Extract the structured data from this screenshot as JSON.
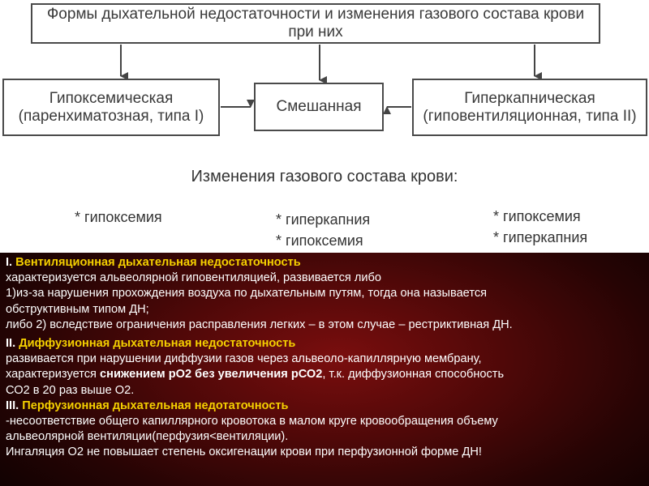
{
  "diagram": {
    "top_box": "Формы дыхательной недостаточности и изменения газового состава крови при них",
    "left_box": [
      "Гипоксемическая",
      "(паренхиматозная, типа I)"
    ],
    "middle_box": "Смешанная",
    "right_box": [
      "Гиперкапническая",
      "(гиповентиляционная, типа II)"
    ],
    "changes_title": "Изменения газового состава крови:",
    "changes": {
      "hypoxemic": [
        "* гипоксемия"
      ],
      "mixed": [
        "* гиперкапния",
        "* гипоксемия"
      ],
      "hypercapnic": [
        "* гипоксемия",
        "* гиперкапния"
      ]
    }
  },
  "sections": {
    "s1": {
      "num": "I.",
      "title": "Вентиляционная дыхательная недостаточность",
      "line1": "характеризуется альвеолярной гиповентиляцией, развивается либо",
      "line2": "1)из-за нарушения прохождения воздуха по дыхательным путям, тогда она называется",
      "line3": "обструктивным типом ДН;",
      "line4": "либо 2) вследствие ограничения расправления легких – в этом случае – рестриктивная ДН."
    },
    "s2": {
      "num": "II.",
      "title": "Диффузионная дыхательная недостаточность",
      "line1": "развивается при нарушении диффузии газов через альвеоло-капиллярную мембрану,",
      "line2_a": "характеризуется ",
      "line2_b": "снижением рО2  без увеличения рСО2",
      "line2_c": ", т.к. диффузионная способность",
      "line3": "СО2  в 20 раз выше О2."
    },
    "s3": {
      "num": "III.",
      "title": "Перфузионная дыхательная недотаточность",
      "line1": "-несоответствие общего капиллярного кровотока в малом круге кровообращения объему",
      "line2": "альвеолярной вентиляции(перфузия<вентиляции).",
      "line3": "Ингаляция О2 не повышает степень оксигенации крови при перфузионной форме ДН!"
    }
  },
  "colors": {
    "heading_yellow": "#f5d000",
    "panel_red": "#7a0e0e",
    "box_border": "#4a4a4a"
  }
}
